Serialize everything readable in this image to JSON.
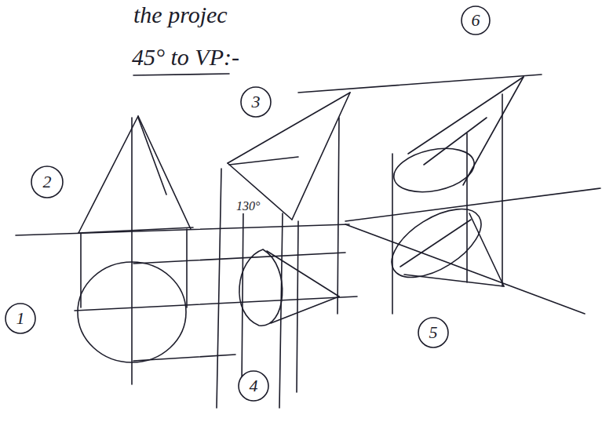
{
  "diagram": {
    "nodes": [
      {
        "text": [
          "6"
        ]
      },
      {
        "text": [
          "3"
        ]
      },
      {
        "text": [
          "2"
        ]
      },
      {
        "text": [
          "1"
        ]
      },
      {
        "text": [
          "5"
        ]
      },
      {
        "text": [
          "4"
        ]
      }
    ],
    "labels": [
      "the projec",
      "45° to VP:-",
      "130°"
    ]
  }
}
